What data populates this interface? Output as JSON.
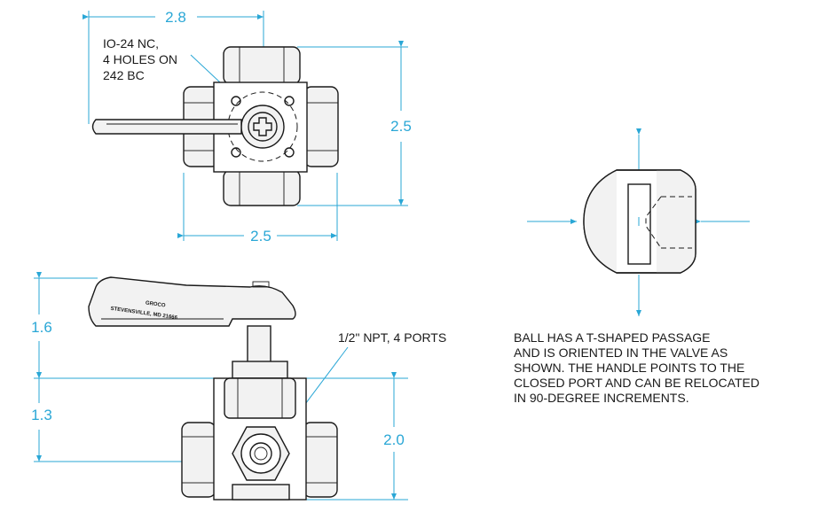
{
  "top_view": {
    "width_top": "2.8",
    "width_bottom": "2.5",
    "height_right": "2.5",
    "holes_note": [
      "IO-24 NC,",
      "4 HOLES ON",
      "242 BC"
    ]
  },
  "side_view": {
    "dim_upper": "1.6",
    "dim_lower": "1.3",
    "dim_body": "2.0",
    "ports_note": "1/2\" NPT, 4 PORTS",
    "handle_brand": "GROCO",
    "handle_address": "STEVENSVILLE, MD 21666"
  },
  "ball_note": [
    "BALL HAS A T-SHAPED PASSAGE",
    "AND IS ORIENTED IN THE VALVE AS",
    "SHOWN.  THE HANDLE POINTS TO THE",
    "CLOSED PORT AND CAN BE RELOCATED",
    "IN 90-DEGREE INCREMENTS."
  ],
  "colors": {
    "dimension": "#2aa7d6",
    "ink": "#1a1a1a",
    "body_fill": "#f2f2f2"
  }
}
